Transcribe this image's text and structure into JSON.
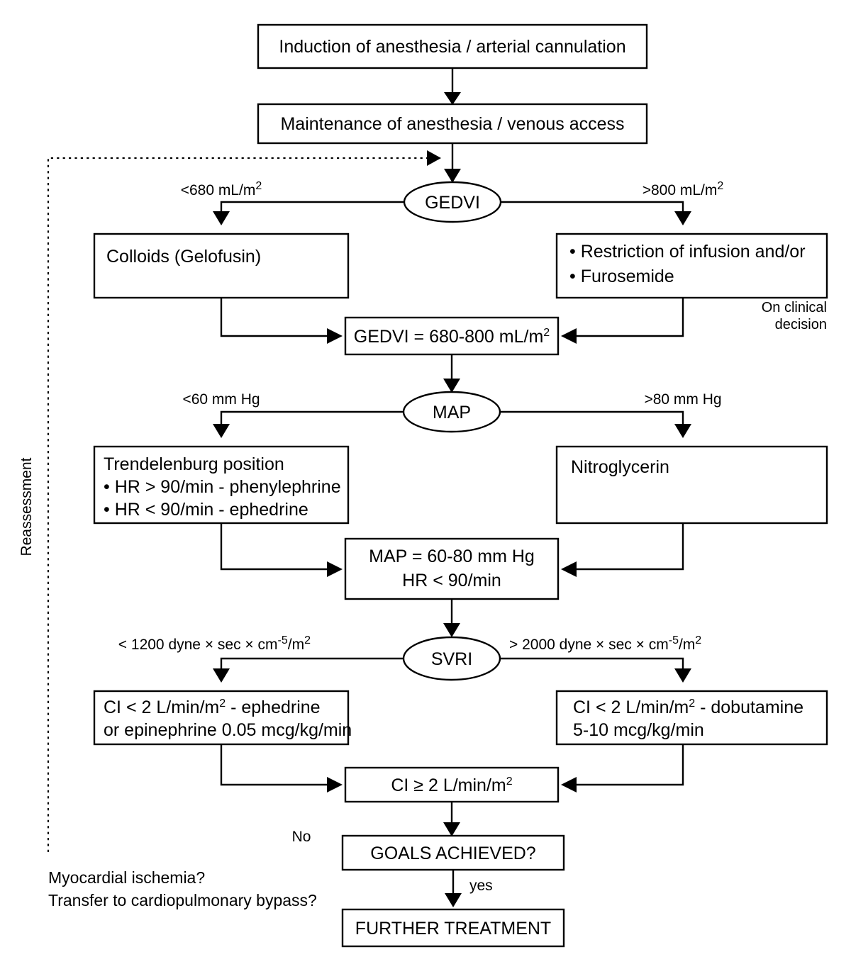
{
  "diagram": {
    "title": "Goal-directed hemodynamic management algorithm",
    "colors": {
      "stroke": "#000000",
      "fill": "#ffffff",
      "text": "#000000"
    },
    "nodes": {
      "induction": "Induction of anesthesia / arterial cannulation",
      "maintenance": "Maintenance of anesthesia / venous access",
      "gedvi_decision": "GEDVI",
      "colloids": "Colloids (Gelofusin)",
      "restriction_line1": "• Restriction of infusion and/or",
      "restriction_line2": "• Furosemide",
      "gedvi_target_prefix": "GEDVI = 680-800 mL/m",
      "gedvi_target_sup": "2",
      "on_clinical_line1": "On clinical",
      "on_clinical_line2": "decision",
      "map_decision": "MAP",
      "trendelenburg_line1": "Trendelenburg position",
      "trendelenburg_line2": "• HR > 90/min - phenylephrine",
      "trendelenburg_line3": "• HR < 90/min - ephedrine",
      "nitroglycerin": "Nitroglycerin",
      "map_target_line1": "MAP = 60-80 mm Hg",
      "map_target_line2": "HR < 90/min",
      "svri_decision": "SVRI",
      "ci_left_line1_prefix": "CI < 2 L/min/m",
      "ci_left_line1_sup": "2",
      "ci_left_line1_suffix": " - ephedrine",
      "ci_left_line2": "or epinephrine 0.05 mcg/kg/min",
      "ci_right_line1_prefix": "CI < 2 L/min/m",
      "ci_right_line1_sup": "2",
      "ci_right_line1_suffix": " - dobutamine",
      "ci_right_line2": "5-10 mcg/kg/min",
      "ci_target_prefix": "CI ≥ 2 L/min/m",
      "ci_target_sup": "2",
      "goals": "GOALS ACHIEVED?",
      "further_treatment": "FURTHER TREATMENT"
    },
    "edge_labels": {
      "gedvi_low_prefix": "<680 mL/m",
      "gedvi_low_sup": "2",
      "gedvi_high_prefix": ">800 mL/m",
      "gedvi_high_sup": "2",
      "map_low": "<60 mm Hg",
      "map_high": ">80 mm Hg",
      "svri_low_prefix": "< 1200 dyne × sec × cm",
      "svri_low_sup": "-5",
      "svri_low_mid": "/m",
      "svri_low_sup2": "2",
      "svri_high_prefix": "> 2000 dyne × sec × cm",
      "svri_high_sup": "-5",
      "svri_high_mid": "/m",
      "svri_high_sup2": "2",
      "goals_no": "No",
      "goals_yes": "yes"
    },
    "annotations": {
      "reassessment": "Reassessment",
      "footnote_line1": "Myocardial ischemia?",
      "footnote_line2": "Transfer to cardiopulmonary bypass?"
    }
  }
}
